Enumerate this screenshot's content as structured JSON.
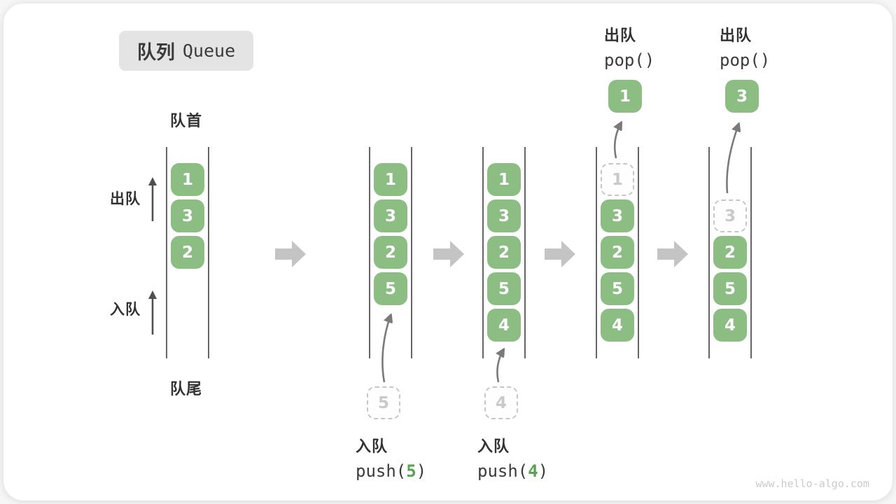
{
  "figure": {
    "title_zh": "队列",
    "title_en": "Queue",
    "watermark": "www.hello-algo.com"
  },
  "labels": {
    "front": "队首",
    "rear": "队尾",
    "dequeue": "出队",
    "enqueue": "入队"
  },
  "colors": {
    "box_green": "#8CBE84",
    "accent_green": "#5AA251",
    "wall_gray": "#3F3F3F",
    "block_arrow_gray": "#C4C4C4",
    "curve_arrow_gray": "#7A7A7A",
    "thin_arrow_gray": "#4F4F4F",
    "ghost_border": "#C6C6C6",
    "ghost_text": "#C9C9C9",
    "text_dark": "#3B3B3B",
    "title_bg": "#E4E4E4",
    "watermark_gray": "#CBCBCB"
  },
  "states": [
    {
      "name": "initial",
      "cells": [
        {
          "value": "1",
          "style": "solid"
        },
        {
          "value": "3",
          "style": "solid"
        },
        {
          "value": "2",
          "style": "solid"
        }
      ]
    },
    {
      "name": "after-push-5",
      "incoming": "5",
      "operation": {
        "label": "入队",
        "code_before": "push(",
        "code_arg": "5",
        "code_after": ")"
      },
      "cells": [
        {
          "value": "1",
          "style": "solid"
        },
        {
          "value": "3",
          "style": "solid"
        },
        {
          "value": "2",
          "style": "solid"
        },
        {
          "value": "5",
          "style": "solid"
        }
      ]
    },
    {
      "name": "after-push-4",
      "incoming": "4",
      "operation": {
        "label": "入队",
        "code_before": "push(",
        "code_arg": "4",
        "code_after": ")"
      },
      "cells": [
        {
          "value": "1",
          "style": "solid"
        },
        {
          "value": "3",
          "style": "solid"
        },
        {
          "value": "2",
          "style": "solid"
        },
        {
          "value": "5",
          "style": "solid"
        },
        {
          "value": "4",
          "style": "solid"
        }
      ]
    },
    {
      "name": "after-pop-1",
      "popped": "1",
      "operation": {
        "label": "出队",
        "code": "pop()"
      },
      "cells": [
        {
          "value": "1",
          "style": "ghost"
        },
        {
          "value": "3",
          "style": "solid"
        },
        {
          "value": "2",
          "style": "solid"
        },
        {
          "value": "5",
          "style": "solid"
        },
        {
          "value": "4",
          "style": "solid"
        }
      ]
    },
    {
      "name": "after-pop-3",
      "popped": "3",
      "operation": {
        "label": "出队",
        "code": "pop()"
      },
      "cells": [
        {
          "value": "3",
          "style": "ghost"
        },
        {
          "value": "2",
          "style": "solid"
        },
        {
          "value": "5",
          "style": "solid"
        },
        {
          "value": "4",
          "style": "solid"
        }
      ]
    }
  ]
}
